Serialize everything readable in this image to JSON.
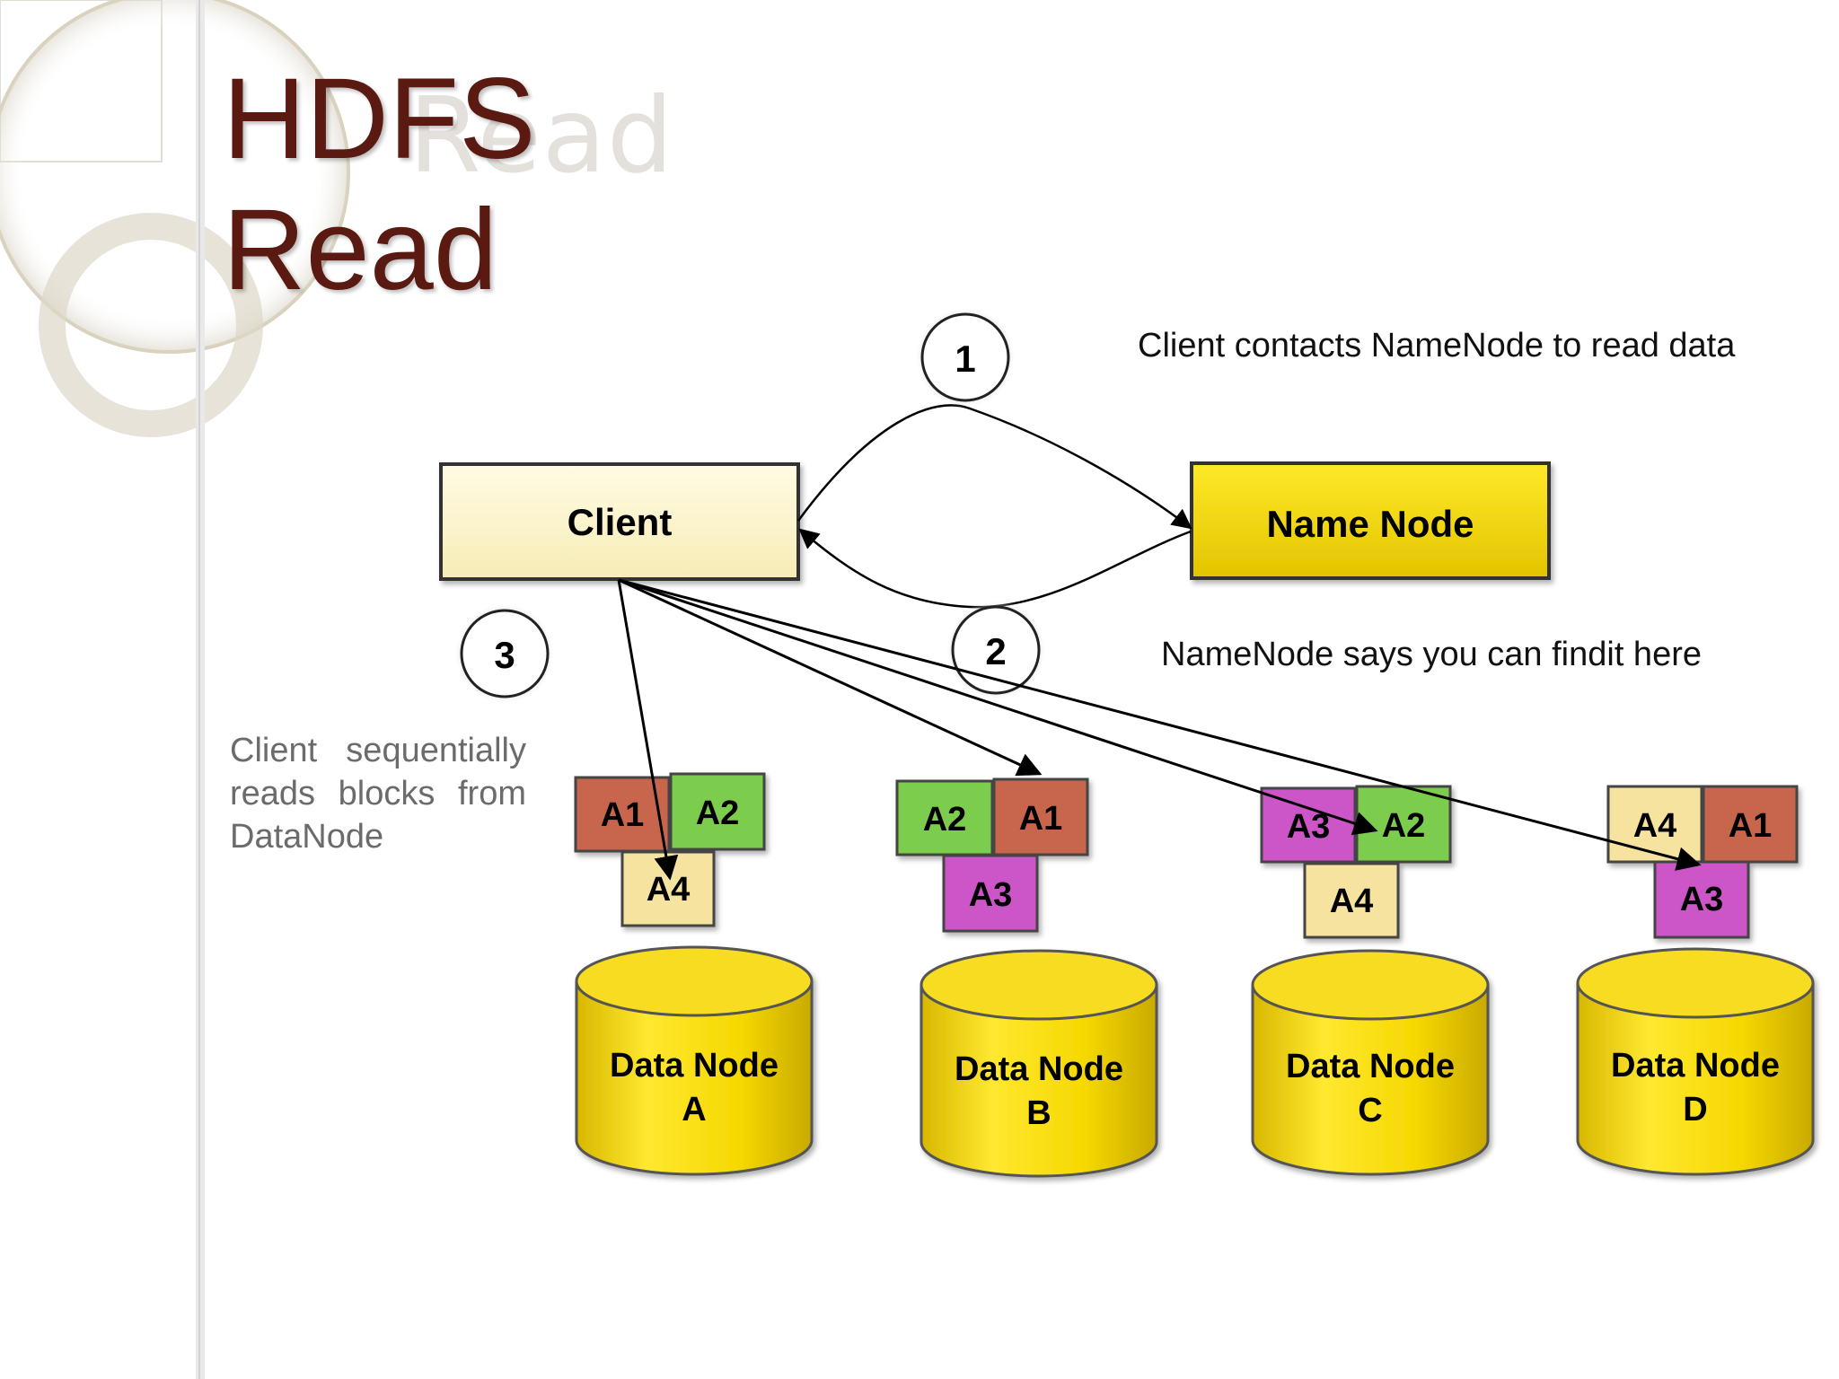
{
  "title": {
    "line1": "HDFS",
    "line2": "Read",
    "ghost": "Read"
  },
  "steps": [
    {
      "number": "1",
      "caption": "Client contacts NameNode to read data"
    },
    {
      "number": "2",
      "caption": "NameNode says you can findit here"
    },
    {
      "number": "3",
      "caption": "Client sequentially reads blocks from DataNode"
    }
  ],
  "nodes": {
    "client": "Client",
    "namenode": "Name Node"
  },
  "datanodes": [
    {
      "line1": "Data Node",
      "line2": "A"
    },
    {
      "line1": "Data Node",
      "line2": "B"
    },
    {
      "line1": "Data Node",
      "line2": "C"
    },
    {
      "line1": "Data Node",
      "line2": "D"
    }
  ],
  "block_groups": [
    [
      "A1",
      "A2",
      "A4"
    ],
    [
      "A2",
      "A1",
      "A3"
    ],
    [
      "A3",
      "A2",
      "A4"
    ],
    [
      "A4",
      "A1",
      "A3"
    ]
  ],
  "colors": {
    "title": "#5a1a12",
    "client_fill": "#fdf6cf",
    "namenode_fill": "#f5d800",
    "cylinder_fill": "#f2d400",
    "block_red": "#c8654e",
    "block_green": "#7ccc4e",
    "block_magenta": "#cc55c8",
    "block_tan": "#f7e3a0"
  }
}
